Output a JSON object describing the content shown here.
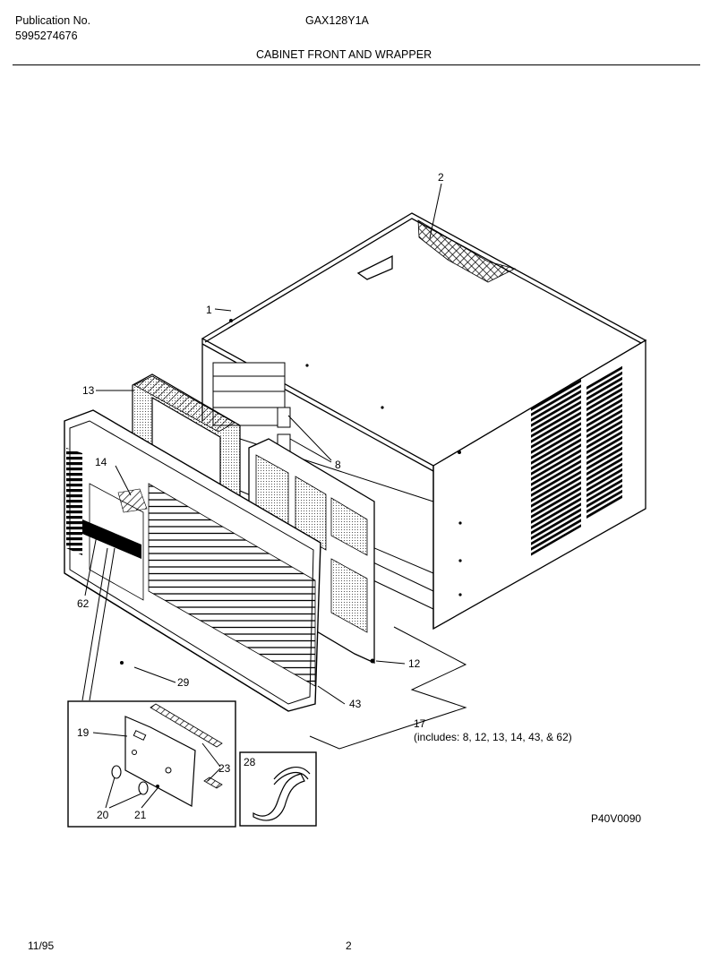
{
  "header": {
    "publication_label": "Publication No.",
    "publication_number": "5995274676",
    "model": "GAX128Y1A",
    "section_title": "CABINET FRONT AND WRAPPER"
  },
  "callouts": {
    "c1": "1",
    "c2": "2",
    "c8": "8",
    "c12": "12",
    "c13": "13",
    "c14": "14",
    "c17": "17",
    "c17_note": "(includes: 8, 12, 13, 14, 43, & 62)",
    "c19": "19",
    "c20": "20",
    "c21": "21",
    "c23": "23",
    "c28": "28",
    "c29": "29",
    "c43": "43",
    "c62": "62"
  },
  "drawing_code": "P40V0090",
  "footer": {
    "date": "11/95",
    "page": "2"
  }
}
